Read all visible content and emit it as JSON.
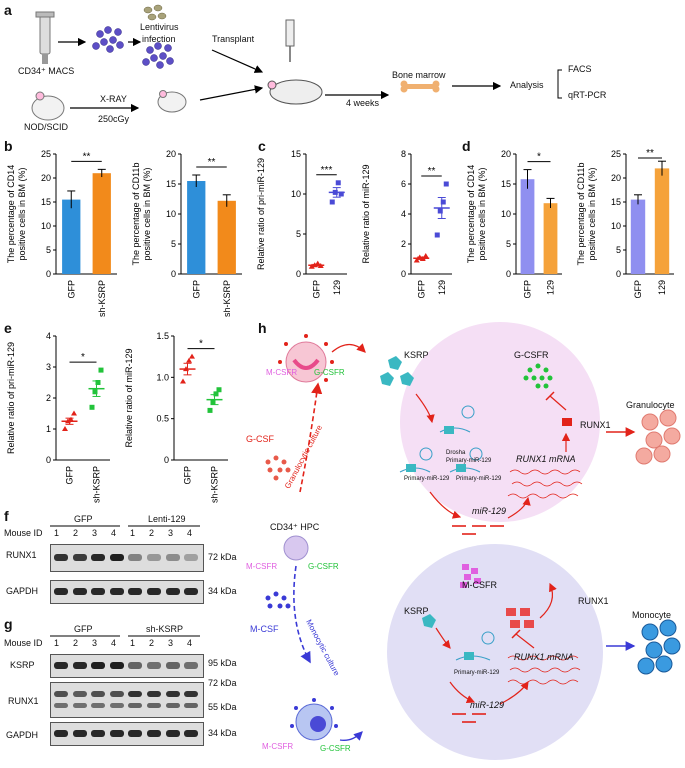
{
  "panels": {
    "a": "a",
    "b": "b",
    "c": "c",
    "d": "d",
    "e": "e",
    "f": "f",
    "g": "g",
    "h": "h"
  },
  "a_labels": {
    "cd34": "CD34⁺ MACS",
    "lentivirus": "Lentivirus",
    "infection": "infection",
    "transplant": "Transplant",
    "nod": "NOD/SCID",
    "xray": "X-RAY",
    "dose": "250cGy",
    "weeks": "4 weeks",
    "bone_marrow": "Bone marrow",
    "analysis": "Analysis",
    "facs": "FACS",
    "qrt": "qRT-PCR"
  },
  "colors": {
    "blue": "#2e8fd9",
    "orange": "#f28a1b",
    "purple_bar": "#8f8ff0",
    "light_orange": "#f5a23a",
    "red": "#e2231a",
    "green": "#22c33a",
    "blue_pt": "#4a4ad6",
    "circle_top": "#f5dff5",
    "circle_bottom": "#e1dff5"
  },
  "chart_data": [
    {
      "id": "b1",
      "type": "bar",
      "categories": [
        "GFP",
        "sh-KSRP"
      ],
      "values": [
        15.5,
        21
      ],
      "errors": [
        1.8,
        0.8
      ],
      "ylabel": "The percentage of CD14 positive cells in BM (%)",
      "ylim": [
        0,
        25
      ],
      "yticks": [
        0,
        5,
        10,
        15,
        20,
        25
      ],
      "sig": "**"
    },
    {
      "id": "b2",
      "type": "bar",
      "categories": [
        "GFP",
        "sh-KSRP"
      ],
      "values": [
        15.5,
        12.2
      ],
      "errors": [
        1.0,
        1.0
      ],
      "ylabel": "The percentage of CD11b positive cells in BM (%)",
      "ylim": [
        0,
        20
      ],
      "yticks": [
        0,
        5,
        10,
        15,
        20
      ],
      "sig": "**"
    },
    {
      "id": "c1",
      "type": "scatter",
      "categories": [
        "GFP",
        "129"
      ],
      "ylabel": "Relative ratio of pri-miR-129",
      "ylim": [
        0,
        15
      ],
      "yticks": [
        0,
        5,
        10,
        15
      ],
      "sig": "***",
      "points": [
        [
          0.9,
          1.1,
          1.3,
          1.0
        ],
        [
          9.0,
          10.2,
          11.4,
          10.0
        ]
      ],
      "means": [
        1.1,
        10.2
      ],
      "sem": [
        0.1,
        0.6
      ]
    },
    {
      "id": "c2",
      "type": "scatter",
      "categories": [
        "GFP",
        "129"
      ],
      "ylabel": "Relative ratio of miR-129",
      "ylim": [
        0,
        8
      ],
      "yticks": [
        0,
        2,
        4,
        6,
        8
      ],
      "sig": "**",
      "points": [
        [
          0.9,
          1.1,
          1.0,
          1.2
        ],
        [
          2.6,
          4.2,
          4.8,
          6.0
        ]
      ],
      "means": [
        1.05,
        4.4
      ],
      "sem": [
        0.08,
        0.7
      ]
    },
    {
      "id": "d1",
      "type": "bar",
      "categories": [
        "GFP",
        "129"
      ],
      "values": [
        15.8,
        11.8
      ],
      "errors": [
        1.6,
        0.8
      ],
      "ylabel": "The percentage of CD14 positive cells in BM (%)",
      "ylim": [
        0,
        20
      ],
      "yticks": [
        0,
        5,
        10,
        15,
        20
      ],
      "sig": "*"
    },
    {
      "id": "d2",
      "type": "bar",
      "categories": [
        "GFP",
        "129"
      ],
      "values": [
        15.5,
        22
      ],
      "errors": [
        1.0,
        1.5
      ],
      "ylabel": "The percentage of CD11b positive cells in BM (%)",
      "ylim": [
        0,
        25
      ],
      "yticks": [
        0,
        5,
        10,
        15,
        20,
        25
      ],
      "sig": "**"
    },
    {
      "id": "e1",
      "type": "scatter",
      "categories": [
        "GFP",
        "sh-KSRP"
      ],
      "ylabel": "Relative ratio of pri-miR-129",
      "ylim": [
        0,
        4
      ],
      "yticks": [
        0,
        1,
        2,
        3,
        4
      ],
      "sig": "*",
      "points": [
        [
          1.0,
          1.25,
          1.3,
          1.5
        ],
        [
          1.7,
          2.2,
          2.5,
          2.9
        ]
      ],
      "means": [
        1.25,
        2.3
      ],
      "sem": [
        0.1,
        0.25
      ]
    },
    {
      "id": "e2",
      "type": "scatter",
      "categories": [
        "GFP",
        "sh-KSRP"
      ],
      "ylabel": "Relative ratio of miR-129",
      "ylim": [
        0,
        1.5
      ],
      "yticks": [
        0,
        0.5,
        1.0,
        1.5
      ],
      "ytickLabels": [
        "0",
        "0.5",
        "1.0",
        "1.5"
      ],
      "sig": "*",
      "points": [
        [
          0.95,
          1.1,
          1.2,
          1.25
        ],
        [
          0.6,
          0.7,
          0.8,
          0.85
        ]
      ],
      "means": [
        1.1,
        0.73
      ],
      "sem": [
        0.07,
        0.06
      ]
    }
  ],
  "blot_f": {
    "group1": "GFP",
    "group2": "Lenti-129",
    "mouse": "Mouse ID",
    "lanes": [
      "1",
      "2",
      "3",
      "4",
      "1",
      "2",
      "3",
      "4"
    ],
    "rows": [
      {
        "label": "RUNX1",
        "kda": "72 kDa"
      },
      {
        "label": "GAPDH",
        "kda": "34 kDa"
      }
    ]
  },
  "blot_g": {
    "group1": "GFP",
    "group2": "sh-KSRP",
    "mouse": "Mouse ID",
    "lanes": [
      "1",
      "2",
      "3",
      "4",
      "1",
      "2",
      "3",
      "4"
    ],
    "rows": [
      {
        "label": "KSRP",
        "kda": "95 kDa"
      },
      {
        "label": "RUNX1",
        "kda": "72 kDa",
        "kda2": "55 kDa"
      },
      {
        "label": "GAPDH",
        "kda": "34 kDa"
      }
    ]
  },
  "h": {
    "mcsfr": "M-CSFR",
    "gcsfr": "G-CSFR",
    "gcsf": "G-CSF",
    "mcsf": "M-CSF",
    "gran_culture": "Granulocytic culture",
    "mono_culture": "Monocytic culture",
    "hpc": "CD34⁺ HPC",
    "ksrp": "KSRP",
    "gcsfr_top": "G-CSFR",
    "runx1": "RUNX1",
    "mcsfr_top": "M-CSFR",
    "drosha": "Drosha",
    "primary": "Primary-miR-129",
    "runx1_mrna": "RUNX1 mRNA",
    "mir129": "miR-129",
    "granulocyte": "Granulocyte",
    "monocyte": "Monocyte"
  }
}
